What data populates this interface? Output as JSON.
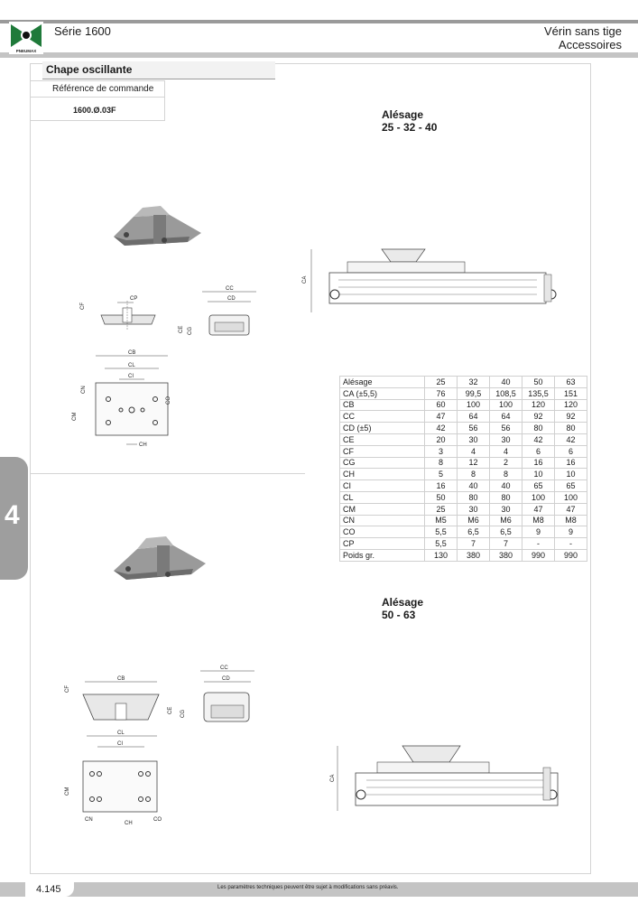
{
  "header": {
    "series": "Série 1600",
    "category_line1": "Vérin sans tige",
    "category_line2": "Accessoires",
    "logo_text": "PNEUMAX"
  },
  "product": {
    "title": "Chape oscillante",
    "order_label": "Référence de commande",
    "order_code": "1600.Ø.03F"
  },
  "sections": [
    {
      "bore_label": "Alésage",
      "bore_values": "25 - 32 - 40"
    },
    {
      "bore_label": "Alésage",
      "bore_values": "50 - 63"
    }
  ],
  "drawing_labels": {
    "cf": "CF",
    "cp": "CP",
    "cc": "CC",
    "cd": "CD",
    "ce": "CE",
    "cg": "CG",
    "cb": "CB",
    "cl": "CL",
    "ci": "CI",
    "cn": "CN",
    "cm": "CM",
    "co": "CO",
    "ch": "CH",
    "ca": "CA"
  },
  "chapter_tab": "4",
  "dimensions_table": {
    "columns": [
      "Alésage",
      "25",
      "32",
      "40",
      "50",
      "63"
    ],
    "rows": [
      [
        "CA (±5,5)",
        "76",
        "99,5",
        "108,5",
        "135,5",
        "151"
      ],
      [
        "CB",
        "60",
        "100",
        "100",
        "120",
        "120"
      ],
      [
        "CC",
        "47",
        "64",
        "64",
        "92",
        "92"
      ],
      [
        "CD (±5)",
        "42",
        "56",
        "56",
        "80",
        "80"
      ],
      [
        "CE",
        "20",
        "30",
        "30",
        "42",
        "42"
      ],
      [
        "CF",
        "3",
        "4",
        "4",
        "6",
        "6"
      ],
      [
        "CG",
        "8",
        "12",
        "2",
        "16",
        "16"
      ],
      [
        "CH",
        "5",
        "8",
        "8",
        "10",
        "10"
      ],
      [
        "CI",
        "16",
        "40",
        "40",
        "65",
        "65"
      ],
      [
        "CL",
        "50",
        "80",
        "80",
        "100",
        "100"
      ],
      [
        "CM",
        "25",
        "30",
        "30",
        "47",
        "47"
      ],
      [
        "CN",
        "M5",
        "M6",
        "M6",
        "M8",
        "M8"
      ],
      [
        "CO",
        "5,5",
        "6,5",
        "6,5",
        "9",
        "9"
      ],
      [
        "CP",
        "5,5",
        "7",
        "7",
        "-",
        "-"
      ],
      [
        "Poids gr.",
        "130",
        "380",
        "380",
        "990",
        "990"
      ]
    ]
  },
  "footer": {
    "page_number": "4.145",
    "note": "Les paramètres techniques peuvent être sujet à modifications sans préavis."
  },
  "colors": {
    "bar": "#c4c4c4",
    "tab": "#9e9e9e",
    "logo_green": "#1f7a3a"
  }
}
